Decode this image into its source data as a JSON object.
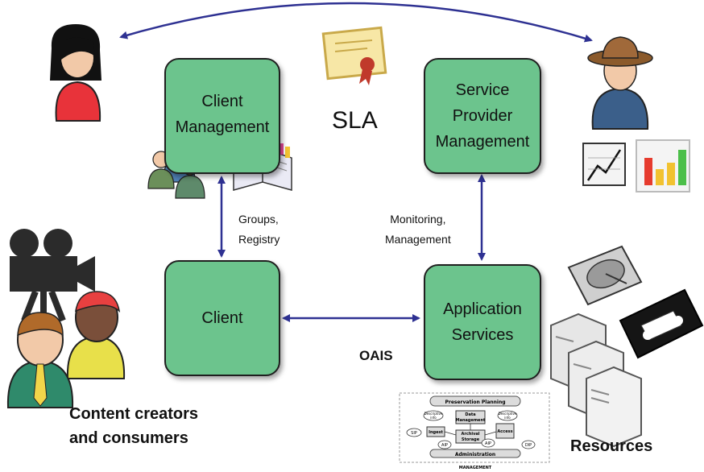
{
  "boxes": {
    "client_management": "Client\nManagement",
    "service_provider_management": "Service\nProvider\nManagement",
    "client": "Client",
    "application_services": "Application\nServices"
  },
  "labels": {
    "sla": "SLA",
    "groups_registry": "Groups,\nRegistry",
    "monitoring_management": "Monitoring,\nManagement",
    "oais": "OAIS",
    "content_creators": "Content creators\nand consumers",
    "resources": "Resources"
  },
  "oais_diagram": {
    "preservation_planning": "Preservation Planning",
    "data_management": "Data\nManagement",
    "ingest": "Ingest",
    "archival_storage": "Archival\nStorage",
    "access": "Access",
    "administration": "Administration",
    "sip": "SIP",
    "aip": "AIP",
    "dip": "DIP",
    "descriptive_info": "Descriptive\ninfo",
    "management": "MANAGEMENT"
  },
  "icons": [
    "woman-user-icon",
    "cowboy-user-icon",
    "user-group-icon",
    "open-book-icon",
    "certificate-icon",
    "line-chart-icon",
    "bar-chart-icon",
    "movie-camera-icon",
    "people-icon",
    "hard-drive-icon",
    "videotape-icon",
    "server-stack-icon"
  ],
  "colors": {
    "box_fill": "#6cc48d",
    "arrow": "#2e3192"
  }
}
